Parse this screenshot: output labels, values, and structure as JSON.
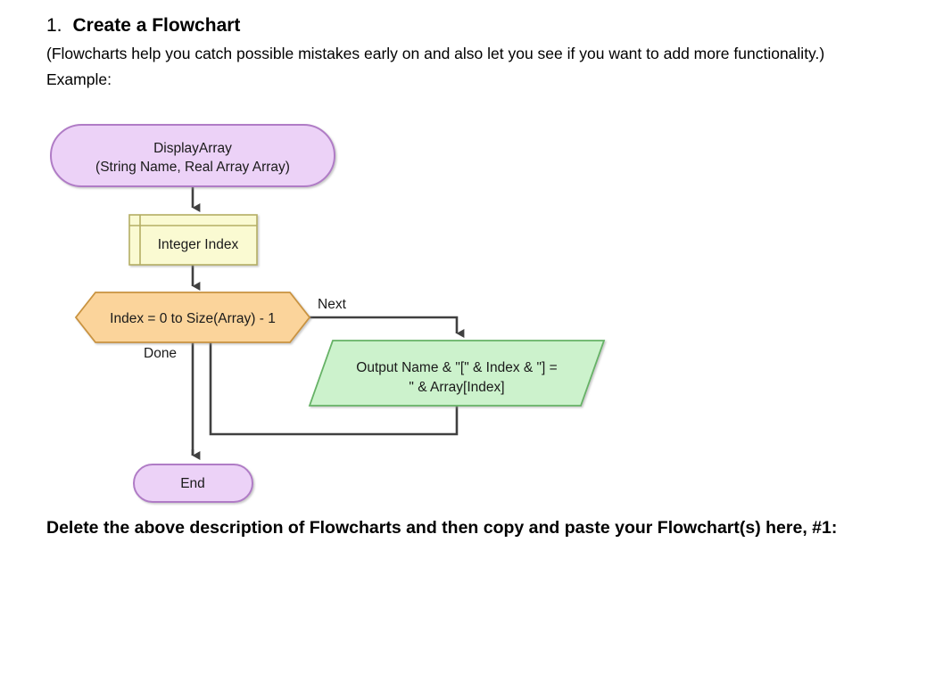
{
  "document": {
    "heading": {
      "number": "1.",
      "text": "Create a Flowchart"
    },
    "intro_paragraph": "(Flowcharts help you catch possible mistakes early on and also let you see if you want to add more functionality.)",
    "example_label": "Example:",
    "footer_instruction": "Delete the above description of Flowcharts and then copy and paste your Flowchart(s) here, #1:"
  },
  "flowchart": {
    "title": "DisplayArray flowchart example",
    "nodes": {
      "start": {
        "shape": "terminal",
        "line1": "DisplayArray",
        "line2": "(String Name, Real Array Array)",
        "fill": "#ecd2f7",
        "stroke": "#b07cc6"
      },
      "declare": {
        "shape": "declaration",
        "label": "Integer Index",
        "fill": "#fafad2",
        "stroke": "#b5ae64"
      },
      "loop": {
        "shape": "hexagon",
        "label": "Index = 0 to Size(Array) - 1",
        "fill": "#fbd49b",
        "stroke": "#c9933f"
      },
      "output": {
        "shape": "parallelogram",
        "line1": "Output Name & \"[\" & Index & \"] =",
        "line2": "\" & Array[Index]",
        "fill": "#ccf2cc",
        "stroke": "#66b266"
      },
      "end": {
        "shape": "terminal",
        "label": "End",
        "fill": "#ecd2f7",
        "stroke": "#b07cc6"
      }
    },
    "edges": [
      {
        "from": "start",
        "to": "declare",
        "label": ""
      },
      {
        "from": "declare",
        "to": "loop",
        "label": ""
      },
      {
        "from": "loop",
        "to": "output",
        "label": "Next"
      },
      {
        "from": "output",
        "to": "loop",
        "label": ""
      },
      {
        "from": "loop",
        "to": "end",
        "label": "Done"
      }
    ],
    "edge_labels": {
      "next": "Next",
      "done": "Done"
    },
    "connector_color": "#404040"
  }
}
